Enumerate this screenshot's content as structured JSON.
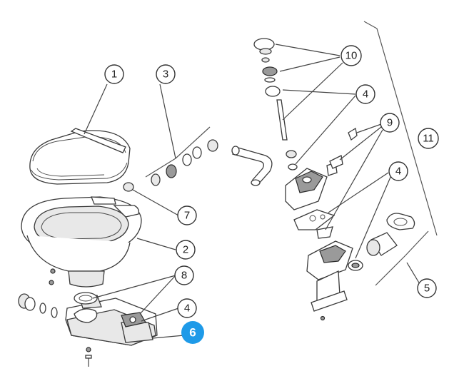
{
  "callouts": [
    {
      "id": "c1",
      "label": "1"
    },
    {
      "id": "c2",
      "label": "2"
    },
    {
      "id": "c3",
      "label": "3"
    },
    {
      "id": "c4a",
      "label": "4"
    },
    {
      "id": "c4b",
      "label": "4"
    },
    {
      "id": "c4c",
      "label": "4"
    },
    {
      "id": "c5",
      "label": "5"
    },
    {
      "id": "c6",
      "label": "6",
      "highlighted": true
    },
    {
      "id": "c7",
      "label": "7"
    },
    {
      "id": "c8",
      "label": "8"
    },
    {
      "id": "c9",
      "label": "9"
    },
    {
      "id": "c10",
      "label": "10"
    },
    {
      "id": "c11",
      "label": "11"
    }
  ],
  "colors": {
    "highlight": "#1e9ae8",
    "line": "#3a3a3a"
  }
}
